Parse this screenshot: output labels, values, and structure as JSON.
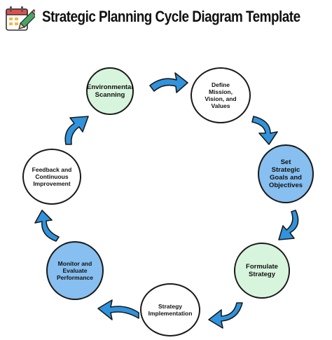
{
  "title": "Strategic Planning Cycle Diagram Template",
  "logo_icon": "calendar-pencil-icon",
  "colors": {
    "green": "#d7f5dc",
    "blue": "#86bff0",
    "white": "#ffffff",
    "arrow": "#2f93dd",
    "outline": "#1a1a1a"
  },
  "stages": [
    {
      "label": "Environmental Scanning",
      "fill": "green"
    },
    {
      "label": "Define Mission, Vision, and Values",
      "fill": "white"
    },
    {
      "label": "Set Strategic Goals and Objectives",
      "fill": "blue"
    },
    {
      "label": "Formulate Strategy",
      "fill": "green"
    },
    {
      "label": "Strategy Implementation",
      "fill": "white"
    },
    {
      "label": "Monitor and Evaluate Performance",
      "fill": "blue"
    },
    {
      "label": "Feedback and Continuous Improvement",
      "fill": "white"
    }
  ]
}
